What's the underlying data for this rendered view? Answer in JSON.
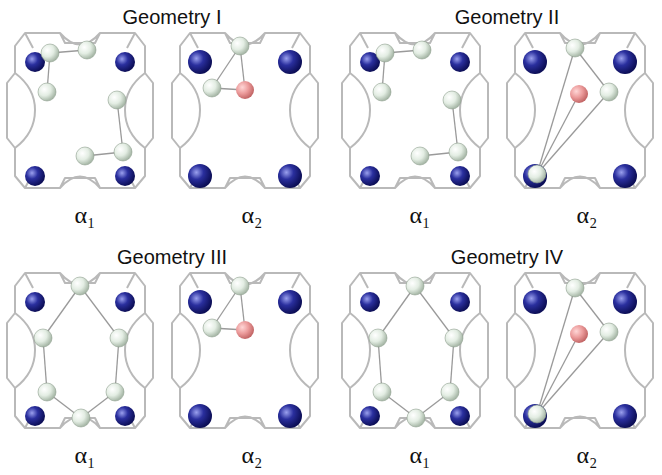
{
  "diagram": {
    "labels": [
      "Geometry I",
      "Geometry II",
      "α₁",
      "α₂",
      "α₁",
      "α₂",
      "Geometry III",
      "Geometry IV",
      "α₁",
      "α₂",
      "α₁",
      "α₂"
    ]
  }
}
